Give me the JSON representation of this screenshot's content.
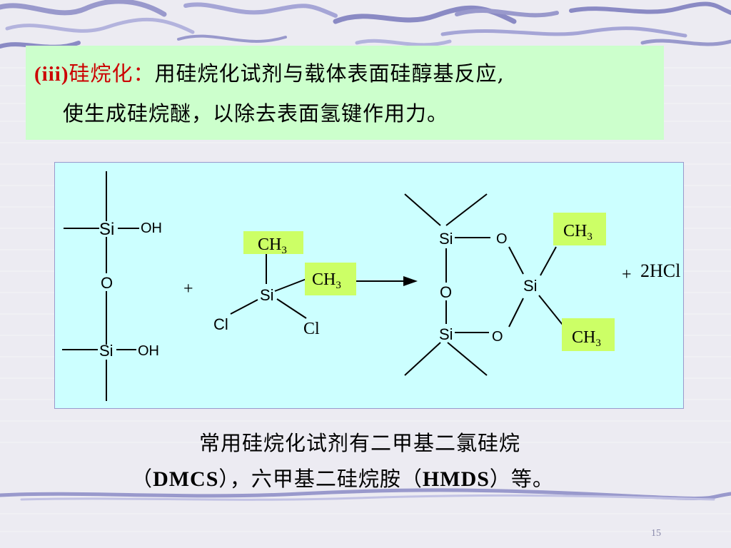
{
  "slide": {
    "heading": {
      "label": "(iii)",
      "label_word": "硅烷化",
      "colon": "：",
      "text1": "用硅烷化试剂与载体表面硅醇基反应,",
      "text2": "使生成硅烷醚，以除去表面氢键作用力。"
    },
    "scheme": {
      "reactant1": {
        "si_top": "Si",
        "oh_top": "OH",
        "o_bridge": "O",
        "si_bottom": "Si",
        "oh_bottom": "OH"
      },
      "plus1": "+",
      "reagent": {
        "ch3_a": "CH",
        "ch3_b": "CH",
        "sub": "3",
        "si": "Si",
        "cl_left": "Cl",
        "cl_right": "Cl"
      },
      "product": {
        "si_top": "Si",
        "o_top": "O",
        "o_mid": "O",
        "si_bottom": "Si",
        "o_bottom": "O",
        "si_right": "Si",
        "ch3_top": "CH",
        "ch3_bottom": "CH",
        "sub": "3"
      },
      "byproduct": {
        "plus": "+",
        "text": "2HCl"
      }
    },
    "caption": {
      "line1": "常用硅烷化试剂有二甲基二氯硅烷",
      "line2_open1": "（",
      "line2_abbr1": "DMCS",
      "line2_mid": "），六甲基二硅烷胺（",
      "line2_abbr2": "HMDS",
      "line2_end": "）等。"
    },
    "page_number": "15"
  },
  "colors": {
    "background": "#ecebf2",
    "text_box": "#ccffcc",
    "diagram_box": "#ccffff",
    "ch3_highlight": "#ccff66",
    "accent_label": "#cc0000",
    "decor_swirl": "#9999cc"
  }
}
